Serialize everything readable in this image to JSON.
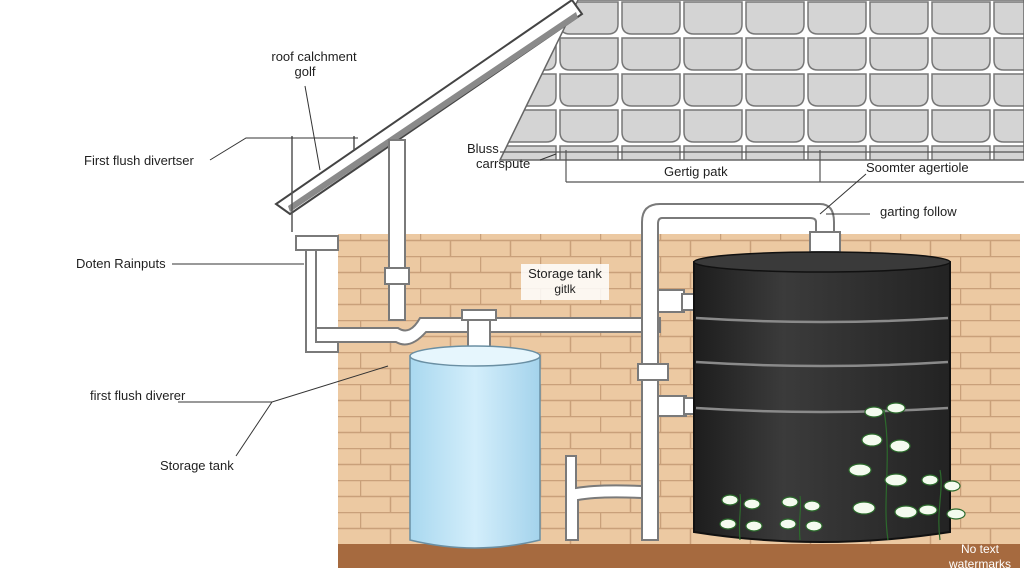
{
  "labels": {
    "roof_catchment": "roof calchment",
    "roof_catchment_2": "golf",
    "first_flush_top": "First flush divertser",
    "downspouts": "Doten Rainputs",
    "first_flush_lower": "first flush diverer",
    "storage_tank_left": "Storage tank",
    "bluss": "Bluss",
    "carrspute": "carrspute",
    "gertig_patk": "Gertig patk",
    "soumter": "Soomter agertiole",
    "garting_follow": "garting follow",
    "storage_tank_mid": "Storage tank",
    "storage_tank_mid_2": "gitlk",
    "watermark_1": "No text",
    "watermark_2": "watermarks"
  },
  "colors": {
    "brick": "#ecc9a2",
    "mortar": "#c9a07a",
    "roof_tile": "#d9d9d9",
    "water_tank": "#bfe3f5",
    "black_tank": "#2e2e2e",
    "ground": "#a66a3f"
  }
}
